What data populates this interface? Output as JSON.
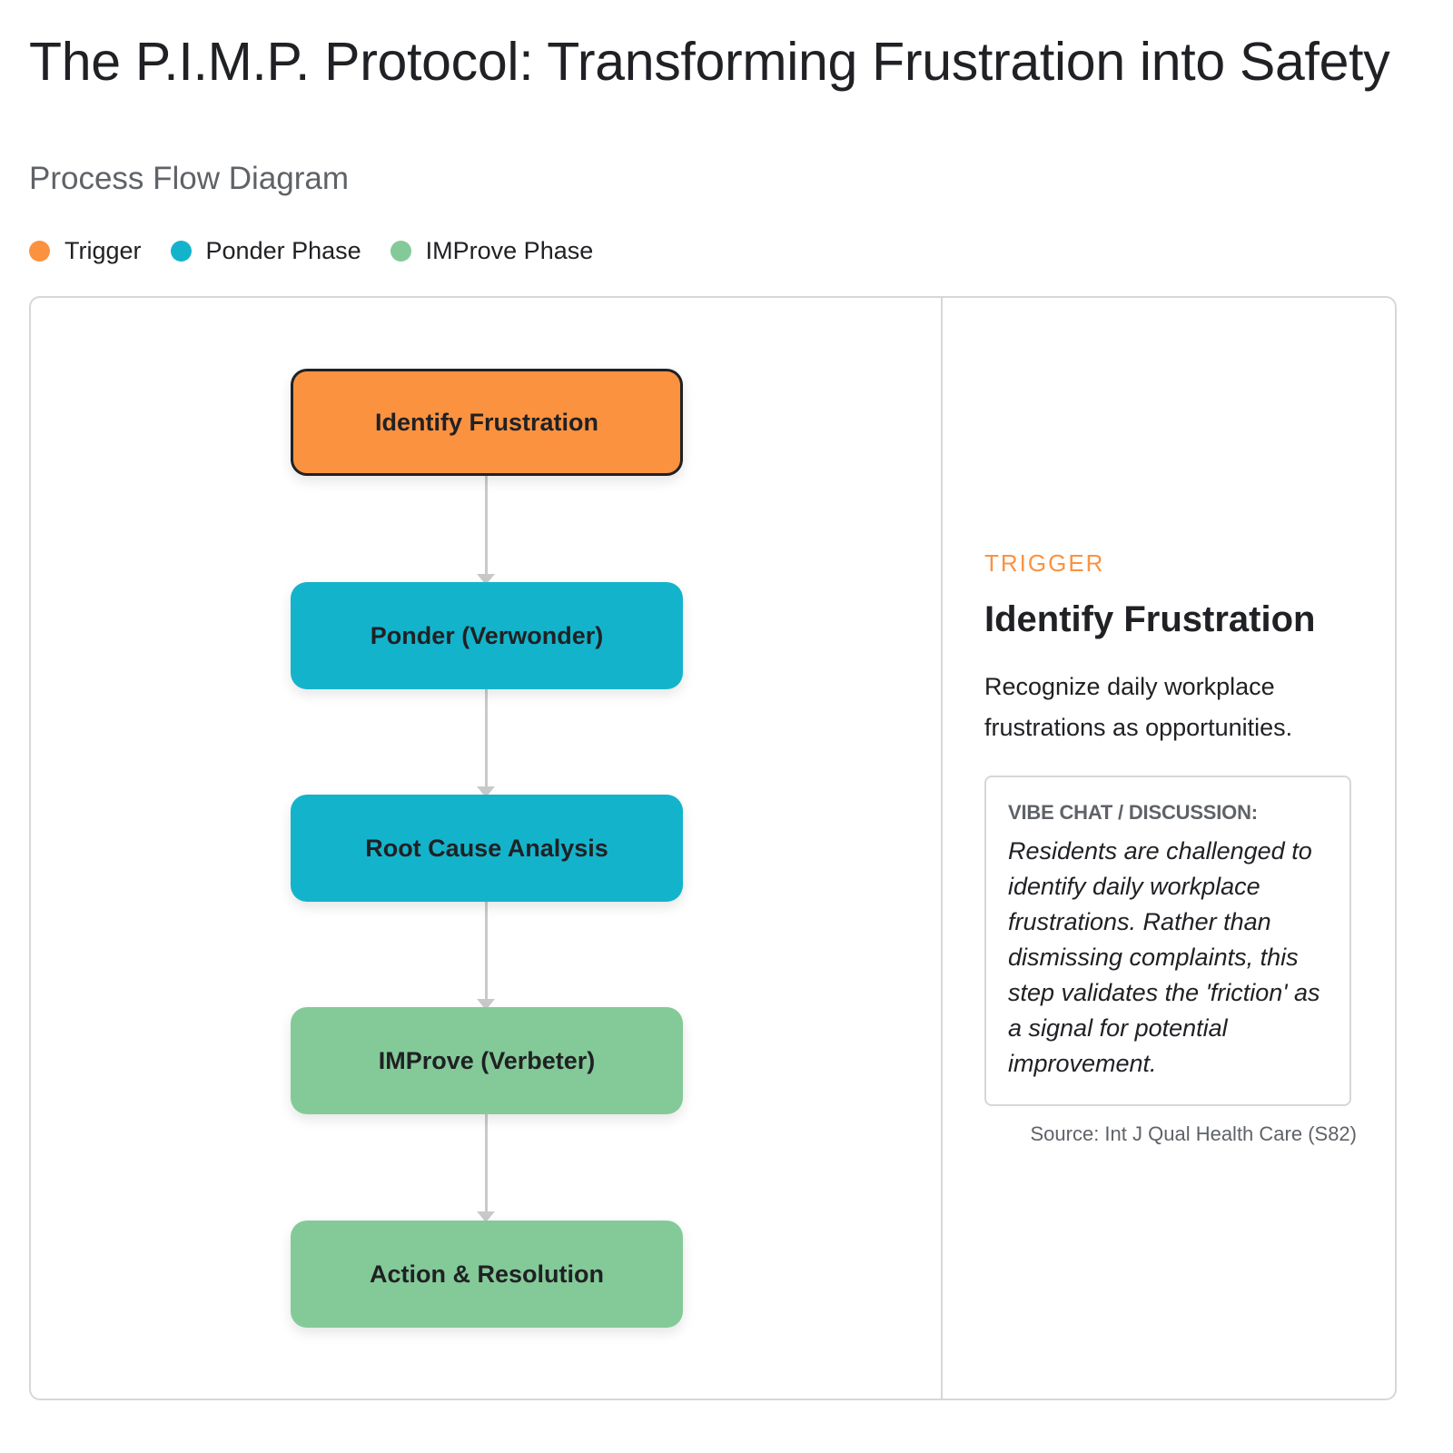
{
  "page": {
    "title": "The P.I.M.P. Protocol: Transforming Frustration into Safety",
    "subtitle": "Process Flow Diagram"
  },
  "legend": [
    {
      "label": "Trigger",
      "color": "#fb9240"
    },
    {
      "label": "Ponder Phase",
      "color": "#13b4cb"
    },
    {
      "label": "IMProve Phase",
      "color": "#84ca98"
    }
  ],
  "colors": {
    "trigger": "#fb9240",
    "ponder": "#13b4cb",
    "improve": "#84ca98",
    "connector": "#c9c9c9",
    "border": "#d5d7da"
  },
  "flow": {
    "nodes": [
      {
        "label": "Identify Frustration",
        "phase": "trigger",
        "selected": true
      },
      {
        "label": "Ponder (Verwonder)",
        "phase": "ponder",
        "selected": false
      },
      {
        "label": "Root Cause Analysis",
        "phase": "ponder",
        "selected": false
      },
      {
        "label": "IMProve (Verbeter)",
        "phase": "improve",
        "selected": false
      },
      {
        "label": "Action & Resolution",
        "phase": "improve",
        "selected": false
      }
    ]
  },
  "detail": {
    "category": "TRIGGER",
    "title": "Identify Frustration",
    "description": "Recognize daily workplace frustrations as opportunities.",
    "discussion_label": "VIBE CHAT / DISCUSSION:",
    "discussion_text": "Residents are challenged to identify daily workplace frustrations. Rather than dismissing complaints, this step validates the 'friction' as a signal for potential improvement.",
    "source": "Source: Int J Qual Health Care (S82)"
  }
}
